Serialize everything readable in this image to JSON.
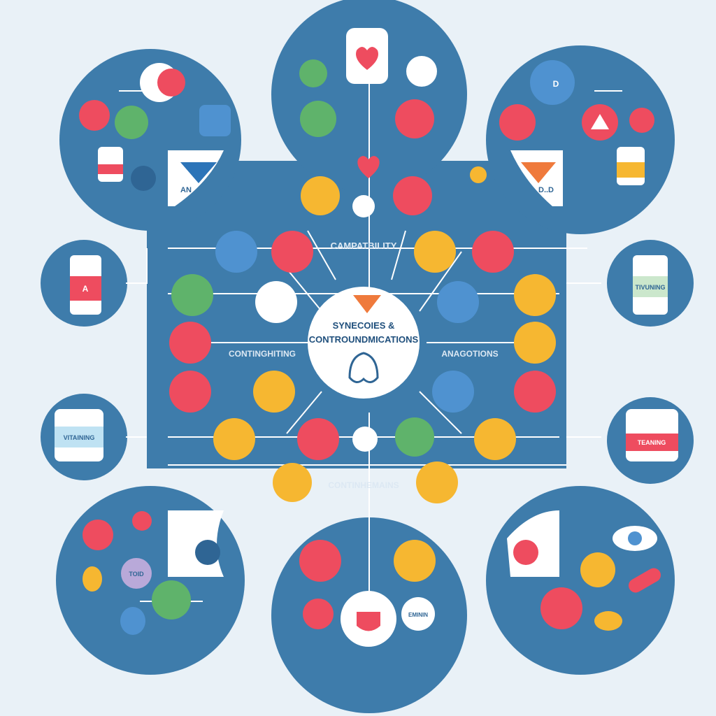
{
  "center": {
    "title_line1": "SYNECOIES &",
    "title_line2": "CONTROUNDMICATIONS"
  },
  "labels": {
    "top": "CAMPATBILITY",
    "left": "CONTINGHITING",
    "right": "ANAGOTIONS",
    "bottom": "CONTINHEMAINS"
  },
  "corner_labels": {
    "top_left": "AN",
    "top_right": "D..D"
  },
  "bottle_labels": {
    "left_top": "A",
    "right_top": "TIVUNING",
    "left_bottom": "VITAINING",
    "right_bottom": "TEANING",
    "bottom_small": "TOID",
    "bottom_box": "EMININ",
    "top_right_pill": "D"
  },
  "colors": {
    "background": "#e9f1f7",
    "panel": "#3e7cab",
    "panel_dark": "#2f6594",
    "accent_red": "#ee4c5f",
    "accent_yellow": "#f6b731",
    "accent_green": "#5fb36b",
    "accent_blue": "#4f92d0",
    "accent_orange": "#ef7a3c"
  }
}
